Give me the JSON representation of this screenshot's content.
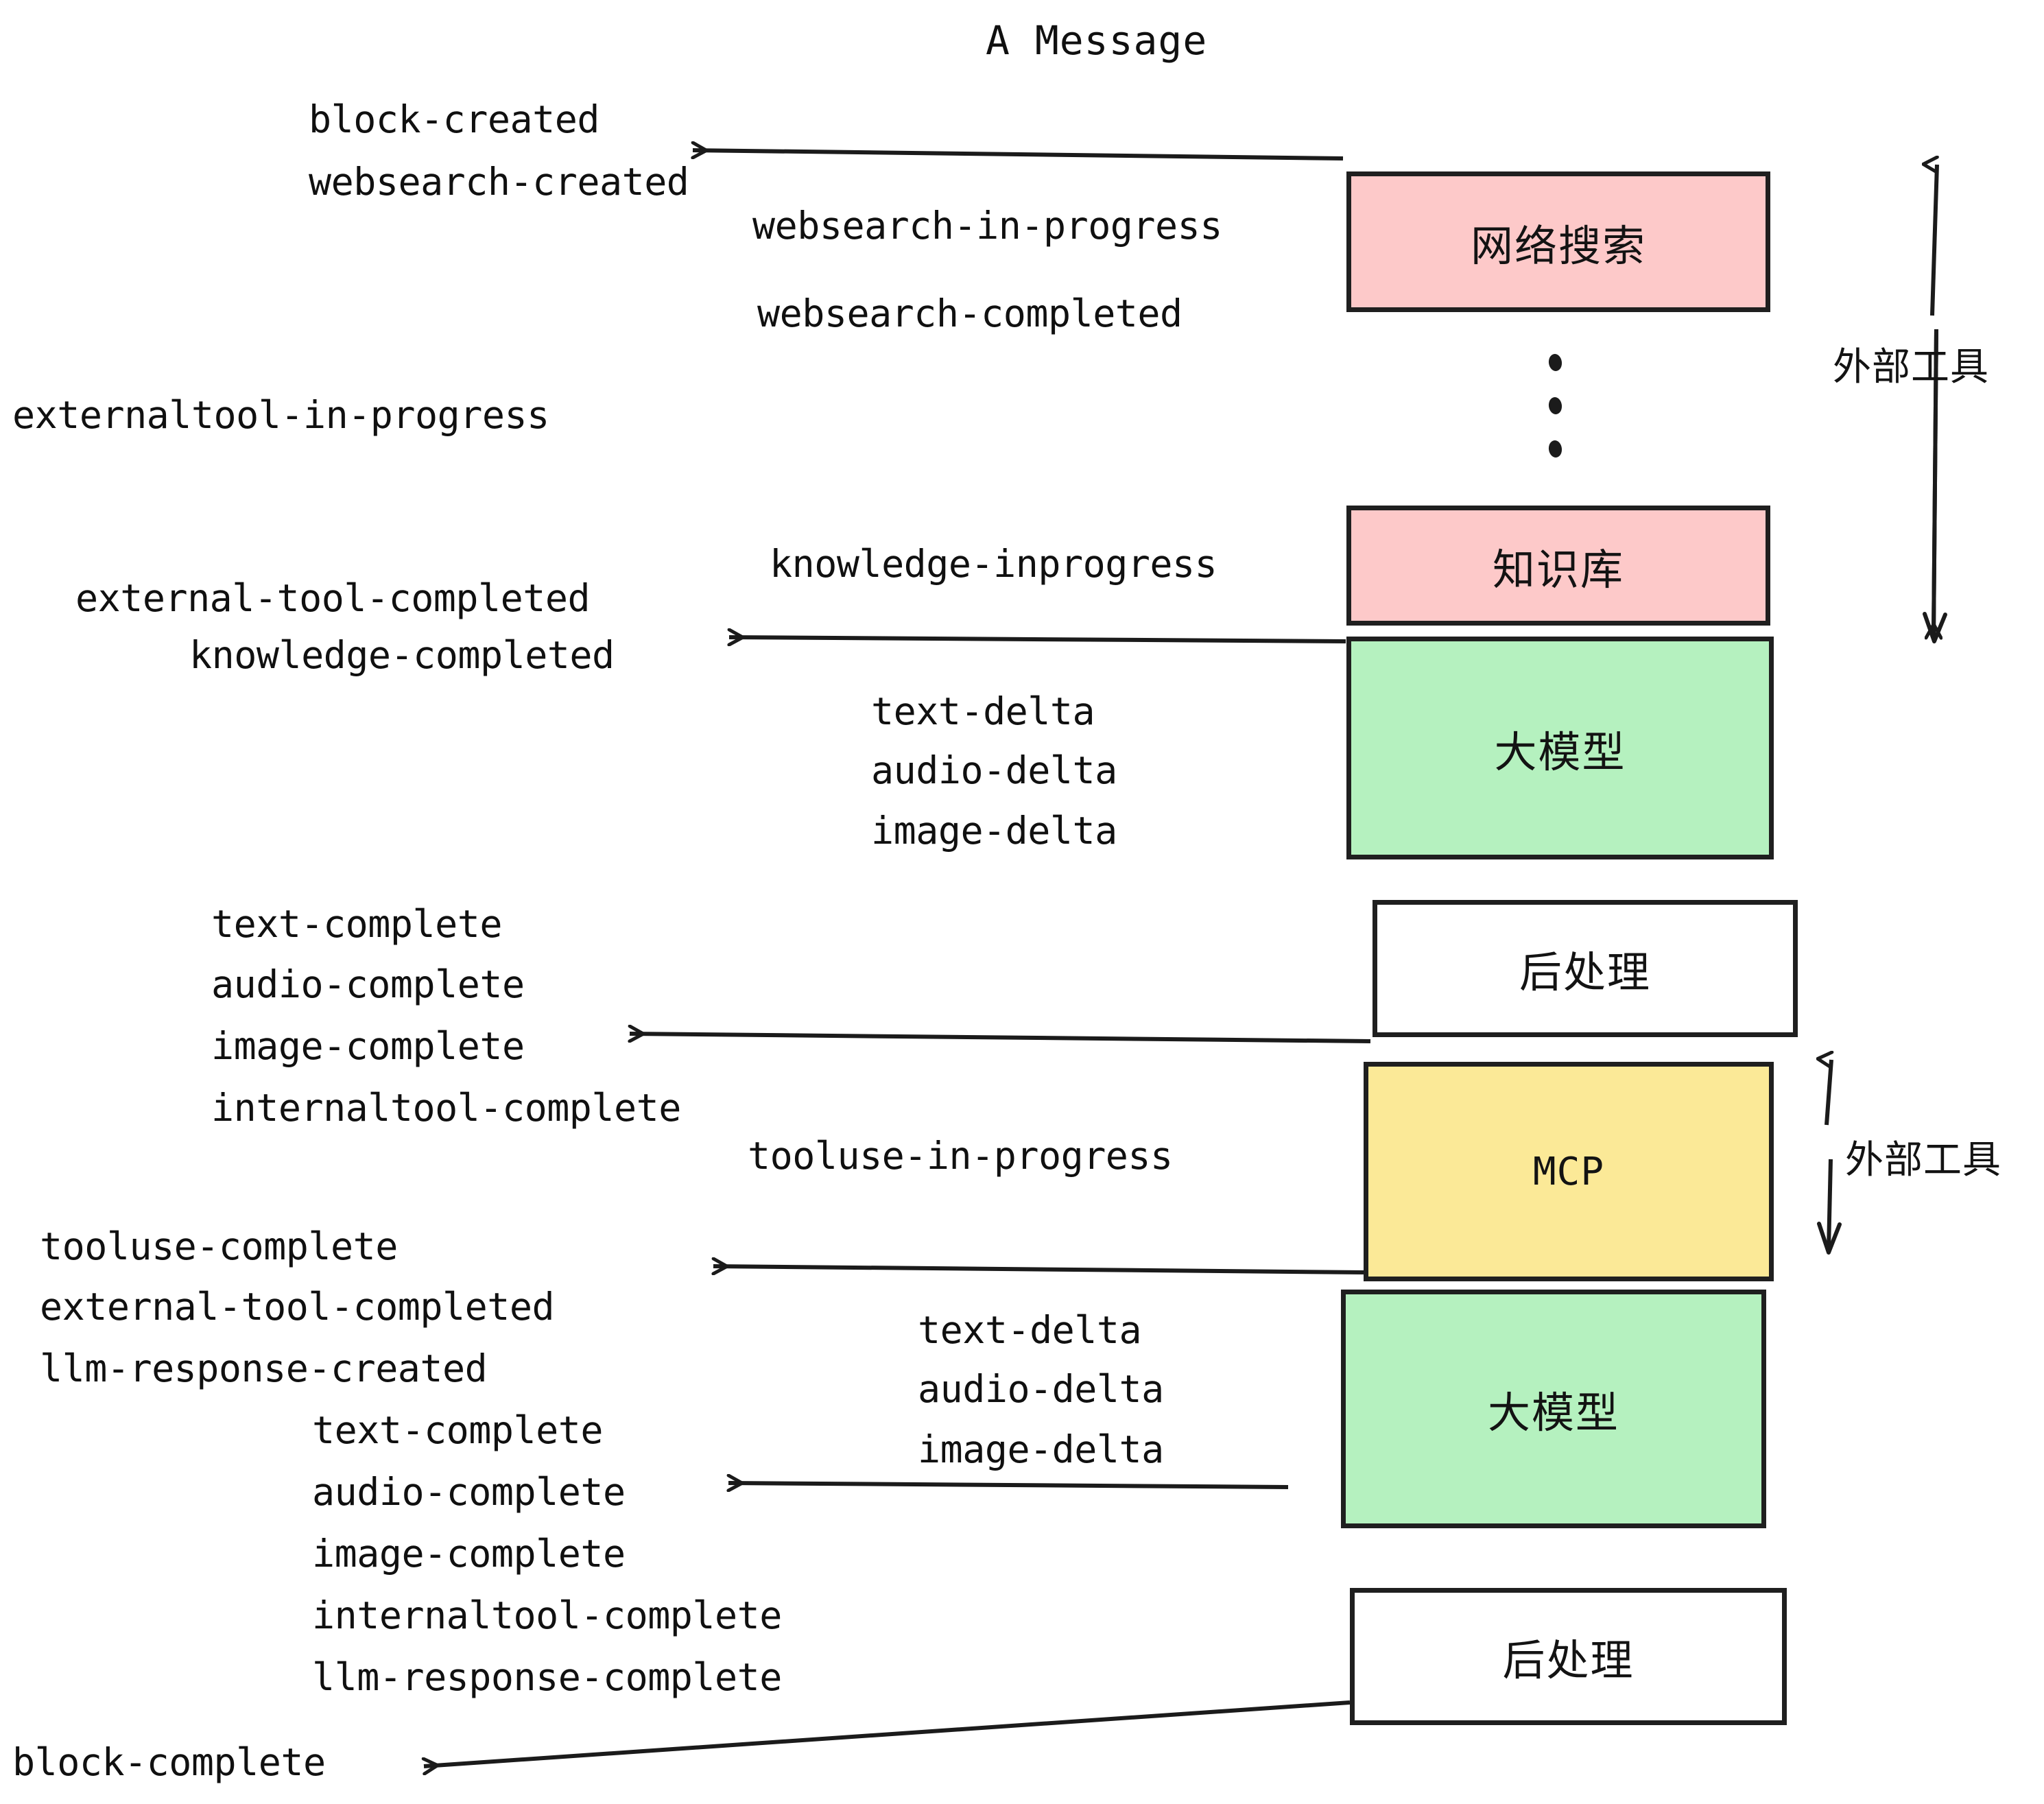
{
  "title": "A Message",
  "colors": {
    "pink": "#FDC9C9",
    "green": "#B5F1BF",
    "yellow": "#FBE997",
    "white": "#FFFFFF",
    "stroke": "#1F1F1F",
    "text": "#101010"
  },
  "nodes": [
    {
      "id": "websearch",
      "label": "网络搜索",
      "fill": "#FDC9C9",
      "script": "cjk"
    },
    {
      "id": "knowledge",
      "label": "知识库",
      "fill": "#FDC9C9",
      "script": "cjk"
    },
    {
      "id": "llm-top",
      "label": "大模型",
      "fill": "#B5F1BF",
      "script": "cjk"
    },
    {
      "id": "postprocess-top",
      "label": "后处理",
      "fill": "#FFFFFF",
      "script": "cjk"
    },
    {
      "id": "mcp",
      "label": "MCP",
      "fill": "#FBE997",
      "script": "latin"
    },
    {
      "id": "llm-bottom",
      "label": "大模型",
      "fill": "#B5F1BF",
      "script": "cjk"
    },
    {
      "id": "postprocess-bottom",
      "label": "后处理",
      "fill": "#FFFFFF",
      "script": "cjk"
    }
  ],
  "side_labels": [
    {
      "id": "external-tools-top",
      "label": "外部工具"
    },
    {
      "id": "external-tools-bottom",
      "label": "外部工具"
    }
  ],
  "events": {
    "block_created": "block-created",
    "websearch_created": "websearch-created",
    "websearch_in_progress": "websearch-in-progress",
    "websearch_completed": "websearch-completed",
    "externaltool_in_progress": "externaltool-in-progress",
    "knowledge_inprogress": "knowledge-inprogress",
    "external_tool_completed_1": "external-tool-completed",
    "knowledge_completed": "knowledge-completed",
    "text_delta_1": "text-delta",
    "audio_delta_1": "audio-delta",
    "image_delta_1": "image-delta",
    "text_complete_1": "text-complete",
    "audio_complete_1": "audio-complete",
    "image_complete_1": "image-complete",
    "internaltool_complete_1": "internaltool-complete",
    "tooluse_in_progress": "tooluse-in-progress",
    "tooluse_complete": "tooluse-complete",
    "external_tool_completed_2": "external-tool-completed",
    "llm_response_created": "llm-response-created",
    "text_delta_2": "text-delta",
    "audio_delta_2": "audio-delta",
    "image_delta_2": "image-delta",
    "text_complete_2": "text-complete",
    "audio_complete_2": "audio-complete",
    "image_complete_2": "image-complete",
    "internaltool_complete_2": "internaltool-complete",
    "llm_response_complete": "llm-response-complete",
    "block_complete": "block-complete"
  }
}
